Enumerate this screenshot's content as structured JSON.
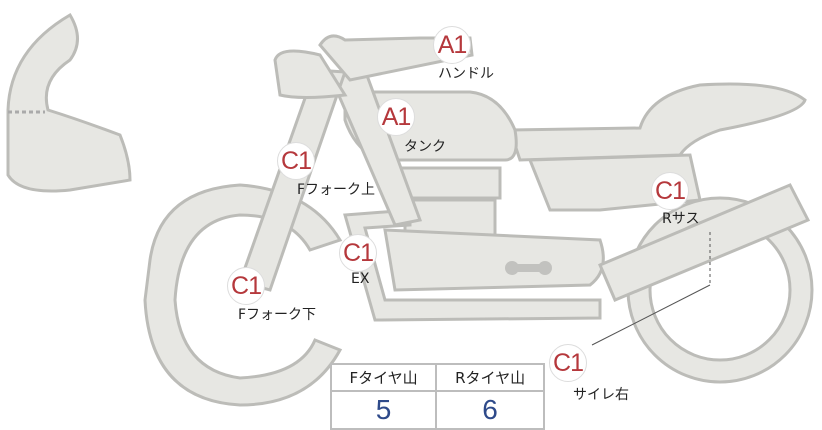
{
  "markers": [
    {
      "grade": "A1",
      "label": "ハンドル"
    },
    {
      "grade": "A1",
      "label": "タンク"
    },
    {
      "grade": "C1",
      "label": "Fフォーク上"
    },
    {
      "grade": "C1",
      "label": "EX"
    },
    {
      "grade": "C1",
      "label": "Fフォーク下"
    },
    {
      "grade": "C1",
      "label": "Rサス"
    },
    {
      "grade": "C1",
      "label": "サイレ右"
    }
  ],
  "tire_table": {
    "headers": [
      "Fタイヤ山",
      "Rタイヤ山"
    ],
    "values": [
      "5",
      "6"
    ]
  },
  "colors": {
    "badge": "#b5383c",
    "value": "#2e4a8a",
    "body": "#e7e7e3",
    "outline": "#bcbcb8"
  }
}
